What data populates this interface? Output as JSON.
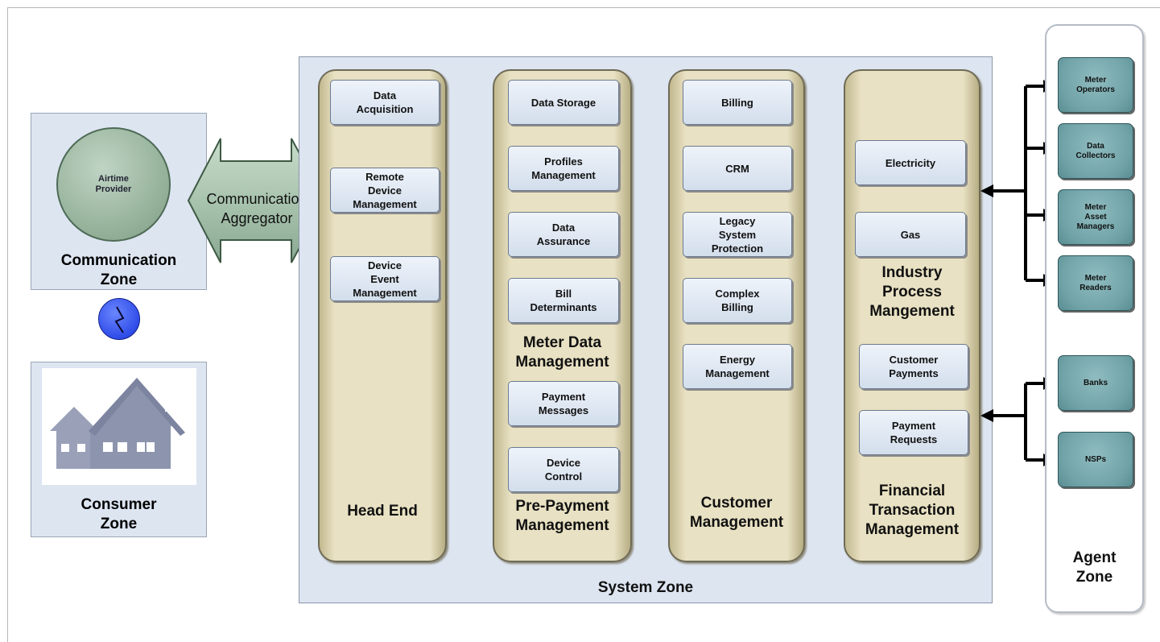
{
  "communication_zone": {
    "label": "Communication\nZone",
    "node": "Airtime\nProvider"
  },
  "consumer_zone": {
    "label": "Consumer\nZone"
  },
  "aggregator": {
    "label_line1": "Communication",
    "label_line2": "Aggregator"
  },
  "system_zone": {
    "label": "System Zone",
    "columns": [
      {
        "label": "Head End",
        "modules": [
          "Data\nAcquisition",
          "Remote\nDevice\nManagement",
          "Device\nEvent\nManagement"
        ]
      },
      {
        "label": "Meter Data\nManagement",
        "sub_label": "Pre-Payment\nManagement",
        "modules": [
          "Data Storage",
          "Profiles\nManagement",
          "Data\nAssurance",
          "Bill\nDeterminants",
          "Payment\nMessages",
          "Device\nControl"
        ]
      },
      {
        "label": "Customer\nManagement",
        "modules": [
          "Billing",
          "CRM",
          "Legacy\nSystem\nProtection",
          "Complex\nBilling",
          "Energy\nManagement"
        ]
      },
      {
        "label": "Industry\nProcess\nMangement",
        "sub_label": "Financial\nTransaction\nManagement",
        "modules": [
          "Electricity",
          "Gas",
          "Customer\nPayments",
          "Payment\nRequests"
        ]
      }
    ]
  },
  "agent_zone": {
    "label": "Agent\nZone",
    "agents": [
      "Meter\nOperators",
      "Data\nCollectors",
      "Meter\nAsset\nManagers",
      "Meter\nReaders",
      "Banks",
      "NSPs"
    ]
  },
  "colors": {
    "zone_fill": "#dde5f1",
    "column_fill": "#e8e1c3",
    "agent_fill": "#6fa2a7",
    "aggregator_fill": "#a9c4ae",
    "circle_fill": "#98b49d",
    "bolt_fill": "#2f4de8",
    "house_fill": "#8d94ad"
  }
}
